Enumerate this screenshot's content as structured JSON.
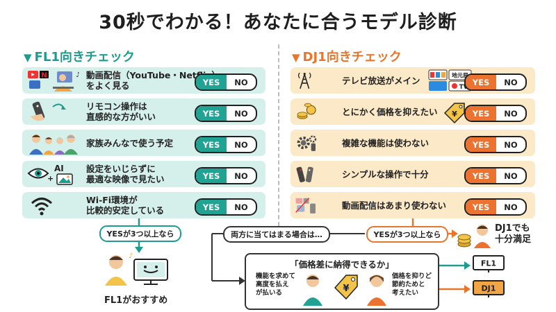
{
  "title": "30秒でわかる！あなたに合うモデル診断",
  "fl1": {
    "heading": "FL1向きチェック",
    "items": [
      {
        "line1": "動画配信（YouTube・Netflix）",
        "line2": "をよく見る",
        "icon": "streaming-icons"
      },
      {
        "line1": "リモコン操作は",
        "line2": "直感的な方がいい",
        "icon": "remote-hand-icon"
      },
      {
        "line1": "家族みんなで使う予定",
        "line2": "",
        "icon": "family-icon"
      },
      {
        "line1": "設定をいじらずに",
        "line2": "最適な映像で見たい",
        "icon": "eye-ai-icon"
      },
      {
        "line1": "Wi-Fi環境が",
        "line2": "比較的安定している",
        "icon": "wifi-icon"
      }
    ],
    "icon_ai_label": "AI",
    "result_pill": "YESが3つ以上なら",
    "result_label": "FL1がおすすめ"
  },
  "dj1": {
    "heading": "DJ1向きチェック",
    "items": [
      {
        "line1": "テレビ放送がメイン",
        "line2": "",
        "icon": "antenna-icon"
      },
      {
        "line1": "とにかく価格を抑えたい",
        "line2": "",
        "icon": "coins-icon"
      },
      {
        "line1": "複雑な機能は使わない",
        "line2": "",
        "icon": "gear-icon"
      },
      {
        "line1": "シンプルな操作で十分",
        "line2": "",
        "icon": "remotes-icon"
      },
      {
        "line1": "動画配信はあまり使わない",
        "line2": "",
        "icon": "no-streaming-icon"
      }
    ],
    "broadcast_badges": [
      "地元局",
      "TV"
    ],
    "result_pill": "YESが3つ以上なら",
    "result_line1": "DJ1でも",
    "result_line2": "十分満足"
  },
  "yes_label": "YES",
  "no_label": "NO",
  "both_pill": "両方に当てはまる場合は…",
  "price_question": "「価格差に納得できるか」",
  "left_person_text": [
    "機能を求めて",
    "高度を払え",
    "が払いる"
  ],
  "right_person_text": [
    "価格を抑りど",
    "節約ためと",
    "考えたい"
  ],
  "price_tag_symbol": "¥",
  "tv_labels": [
    "FL1",
    "DJ1"
  ],
  "colors": {
    "teal": "#21a393",
    "orange": "#ec7230",
    "fl1_row_bg": "#d5efea",
    "dj1_row_bg": "#fbe9c8"
  }
}
